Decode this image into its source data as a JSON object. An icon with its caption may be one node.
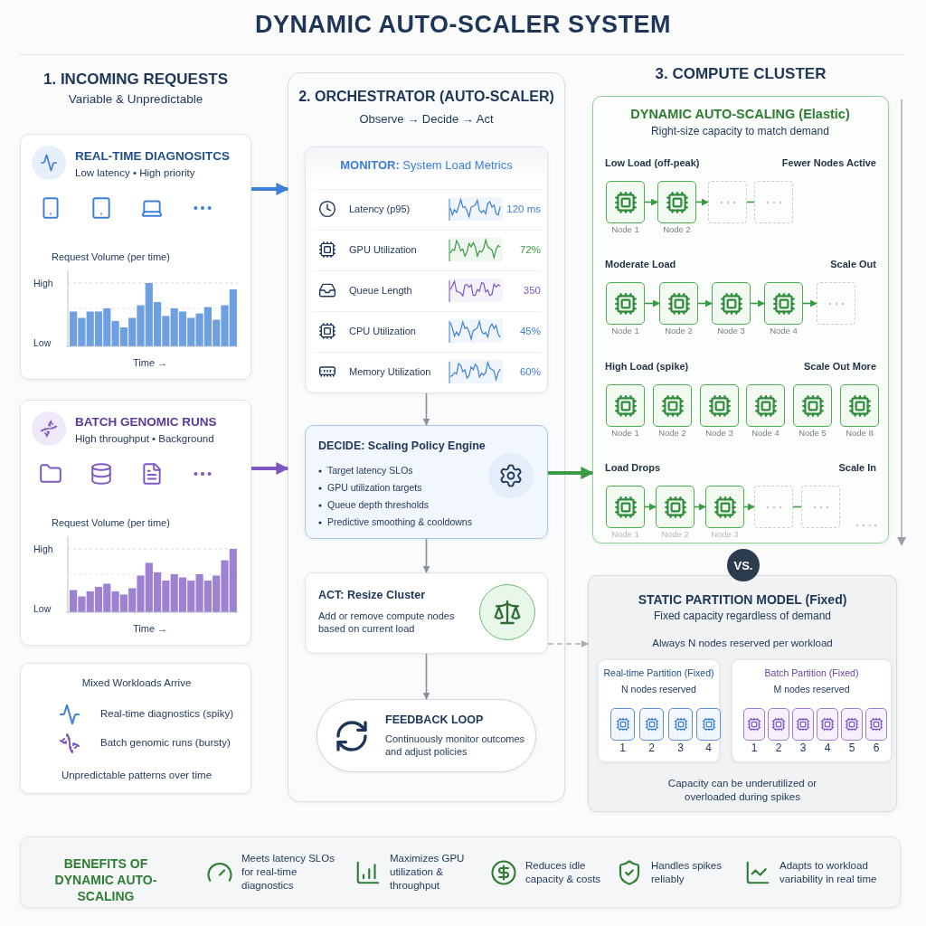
{
  "diagram": {
    "title": "DYNAMIC AUTO-SCALER SYSTEM",
    "nodes": [
      {
        "text": [
          "REAL-TIME DIAGNOSITCS",
          "Low latency • High priority",
          "Request Volume (per time)",
          "High",
          "Low",
          "Time →"
        ]
      },
      {
        "text": [
          "BATCH GENOMIC RUNS",
          "High throughput • Background",
          "Request Volume (per time)",
          "High",
          "Low",
          "Time →"
        ]
      },
      {
        "text": [
          "Mixed Workloads Arrive",
          "Real-time diagnostics (spiky)",
          "Batch genomic runs (bursty)",
          "Unpredictable patterns over time"
        ]
      },
      {
        "text": [
          "2. ORCHESTRATOR (AUTO-SCALER)",
          "Observe → Decide → Act"
        ]
      },
      {
        "text": [
          "**MONITOR:** System Load Metrics",
          "Latency (p95)",
          "120 ms",
          "GPU Utilization",
          "72%",
          "Queue Length",
          "350",
          "CPU Utilization",
          "45%",
          "Memory Utilization",
          "60%"
        ],
        "in": 3
      },
      {
        "text": [
          "DECIDE: Scaling Policy Engine",
          "Target latency SLOs",
          "GPU utilization targets",
          "Queue depth thresholds",
          "Predictive smoothing & cooldowns"
        ],
        "in": 3
      },
      {
        "text": [
          "ACT: Resize Cluster",
          "Add or remove compute nodes based on current load"
        ],
        "in": 3
      },
      {
        "text": [
          "FEEDBACK LOOP",
          "Continuously monitor outcomes and adjust policies"
        ],
        "in": 3
      },
      {
        "text": [
          "DYNAMIC AUTO-SCALING (Elastic)",
          "Right-size capacity to match demand",
          "Low Load (off-peak)",
          "Fewer Nodes Active",
          "Moderate Load",
          "Scale Out",
          "High Load (spike)",
          "Scale Out More",
          "Load Drops",
          "Scale In"
        ]
      },
      {
        "text": [
          "Node 1"
        ],
        "in": 8
      },
      {
        "text": [
          "Node 2"
        ],
        "in": 8
      },
      {
        "text": [],
        "shape": "box",
        "in": 8
      },
      {
        "text": [],
        "shape": "box",
        "in": 8
      },
      {
        "text": [
          "Node 1"
        ],
        "in": 8
      },
      {
        "text": [
          "Node 2"
        ],
        "in": 8
      },
      {
        "text": [
          "Node 3"
        ],
        "in": 8
      },
      {
        "text": [
          "Node 4"
        ],
        "in": 8
      },
      {
        "text": [],
        "shape": "box",
        "in": 8
      },
      {
        "text": [
          "Node 1"
        ],
        "in": 8
      },
      {
        "text": [
          "Node 2"
        ],
        "in": 8
      },
      {
        "text": [
          "Node 3"
        ],
        "in": 8
      },
      {
        "text": [
          "Node 4"
        ],
        "in": 8
      },
      {
        "text": [
          "Node 5"
        ],
        "in": 8
      },
      {
        "text": [
          "Node 8"
        ],
        "in": 8
      },
      {
        "text": [
          "Node 1"
        ],
        "in": 8
      },
      {
        "text": [
          "Node 2"
        ],
        "in": 8
      },
      {
        "text": [
          "Node 3"
        ],
        "in": 8
      },
      {
        "text": [],
        "shape": "box",
        "in": 8
      },
      {
        "text": [],
        "shape": "box",
        "in": 8
      },
      {
        "text": [
          "VS."
        ]
      },
      {
        "text": [
          "STATIC PARTITION MODEL (Fixed)",
          "Fixed capacity regardless of demand",
          "Always N nodes reserved per workload",
          "Capacity can be underutilized or overloaded during spikes"
        ]
      },
      {
        "text": [
          "Real-time Partition (Fixed)",
          "N nodes reserved"
        ],
        "in": 30
      },
      {
        "text": [
          "1"
        ],
        "in": 31
      },
      {
        "text": [
          "2"
        ],
        "in": 31
      },
      {
        "text": [
          "3"
        ],
        "in": 31
      },
      {
        "text": [
          "4"
        ],
        "in": 31
      },
      {
        "text": [
          "Batch Partition (Fixed)",
          "M nodes reserved"
        ],
        "in": 30
      },
      {
        "text": [
          "1"
        ],
        "in": 36
      },
      {
        "text": [
          "2"
        ],
        "in": 36
      },
      {
        "text": [
          "3"
        ],
        "in": 36
      },
      {
        "text": [
          "4"
        ],
        "in": 36
      },
      {
        "text": [
          "5"
        ],
        "in": 36
      },
      {
        "text": [
          "6"
        ],
        "in": 36
      },
      {
        "text": [
          "BENEFITS OF DYNAMIC AUTO-SCALING",
          "Meets latency SLOs for real-time diagnostics",
          "Maximizes GPU utilization & throughput",
          "Reduces idle capacity & costs",
          "Handles spikes reliably",
          "Adapts to workload variability in real time"
        ]
      }
    ],
    "edges": [
      {
        "from": 0,
        "to": 3,
        "arrow": "to",
        "style": "thick",
        "color": "#3d7fd6"
      },
      {
        "from": 1,
        "to": 3,
        "arrow": "to",
        "style": "thick",
        "color": "#7e57c2"
      },
      {
        "from": 4,
        "to": 5,
        "arrow": "to",
        "color": "#8a8f98"
      },
      {
        "from": 5,
        "to": 6,
        "arrow": "to",
        "color": "#8a8f98"
      },
      {
        "from": 6,
        "to": 7,
        "arrow": "to",
        "color": "#8a8f98"
      },
      {
        "from": 5,
        "to": 8,
        "arrow": "to",
        "style": "thick"
      },
      {
        "from": 6,
        "to": 30,
        "arrow": "to",
        "style": "dashed",
        "color": "#aab0b8"
      },
      {
        "from": 9,
        "to": 10,
        "arrow": "to"
      },
      {
        "from": 10,
        "to": 11,
        "arrow": "to"
      },
      {
        "from": 11,
        "to": 12,
        "arrow": "none"
      },
      {
        "from": 13,
        "to": 14,
        "arrow": "to"
      },
      {
        "from": 14,
        "to": 15,
        "arrow": "to"
      },
      {
        "from": 15,
        "to": 16,
        "arrow": "to"
      },
      {
        "from": 16,
        "to": 17,
        "arrow": "to"
      },
      {
        "from": 24,
        "to": 25,
        "arrow": "to"
      },
      {
        "from": 25,
        "to": 26,
        "arrow": "to"
      },
      {
        "from": 26,
        "to": 27,
        "arrow": "to"
      },
      {
        "from": 27,
        "to": 28,
        "arrow": "none"
      }
    ],
    "labels": [
      "1. INCOMING REQUESTS",
      "Variable & Unpredictable",
      "3. COMPUTE CLUSTER"
    ]
  }
}
